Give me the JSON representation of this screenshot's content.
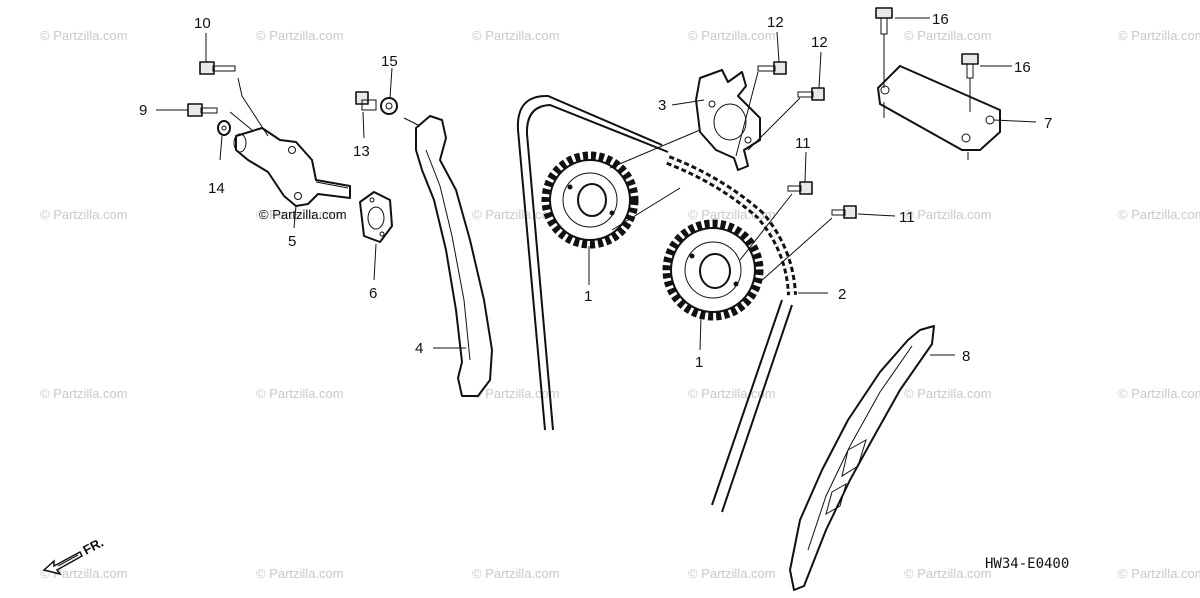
{
  "watermark": "© Partzilla.com",
  "diagram_code": "HW34-E0400",
  "front_marker": "FR.",
  "callouts": [
    {
      "id": "c1a",
      "text": "1"
    },
    {
      "id": "c1b",
      "text": "1"
    },
    {
      "id": "c2",
      "text": "2"
    },
    {
      "id": "c3",
      "text": "3"
    },
    {
      "id": "c4",
      "text": "4"
    },
    {
      "id": "c5",
      "text": "5"
    },
    {
      "id": "c6",
      "text": "6"
    },
    {
      "id": "c7",
      "text": "7"
    },
    {
      "id": "c8",
      "text": "8"
    },
    {
      "id": "c9",
      "text": "9"
    },
    {
      "id": "c10",
      "text": "10"
    },
    {
      "id": "c11a",
      "text": "11"
    },
    {
      "id": "c11b",
      "text": "11"
    },
    {
      "id": "c12a",
      "text": "12"
    },
    {
      "id": "c12b",
      "text": "12"
    },
    {
      "id": "c13",
      "text": "13"
    },
    {
      "id": "c14",
      "text": "14"
    },
    {
      "id": "c15",
      "text": "15"
    },
    {
      "id": "c16a",
      "text": "16"
    },
    {
      "id": "c16b",
      "text": "16"
    }
  ]
}
